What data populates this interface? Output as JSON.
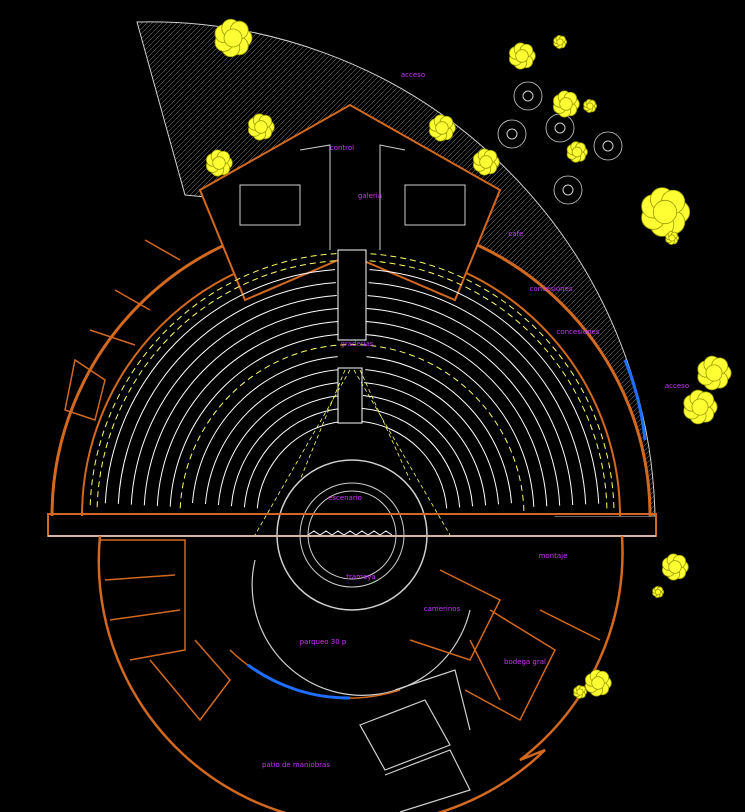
{
  "colors": {
    "background": "#000000",
    "wall": "#d2691e",
    "seat_line": "#ffffff",
    "aisle_dash": "#ffff66",
    "label": "#cc33ff",
    "tree_fill": "#ffff33",
    "tree_edge": "#999900",
    "hatch": "#8a8a8a",
    "glass": "#1e6fff",
    "line": "#cfcfcf"
  },
  "labels": {
    "acceso": "acceso",
    "control": "control",
    "galeria": "galeria",
    "cafe": "cafe",
    "concesiones_1": "concesiones",
    "concesiones_2": "concesiones",
    "acceso_lateral": "acceso",
    "graderias": "graderias",
    "escenario": "escenario",
    "montaje": "montaje",
    "tramoya": "tramoya",
    "camerinos": "camerinos",
    "parqueo": "parqueo 30 p",
    "bodega": "bodega gral",
    "patio": "patio de maniobras"
  },
  "icons": {
    "tree": "tree-icon",
    "table": "round-table-icon"
  }
}
